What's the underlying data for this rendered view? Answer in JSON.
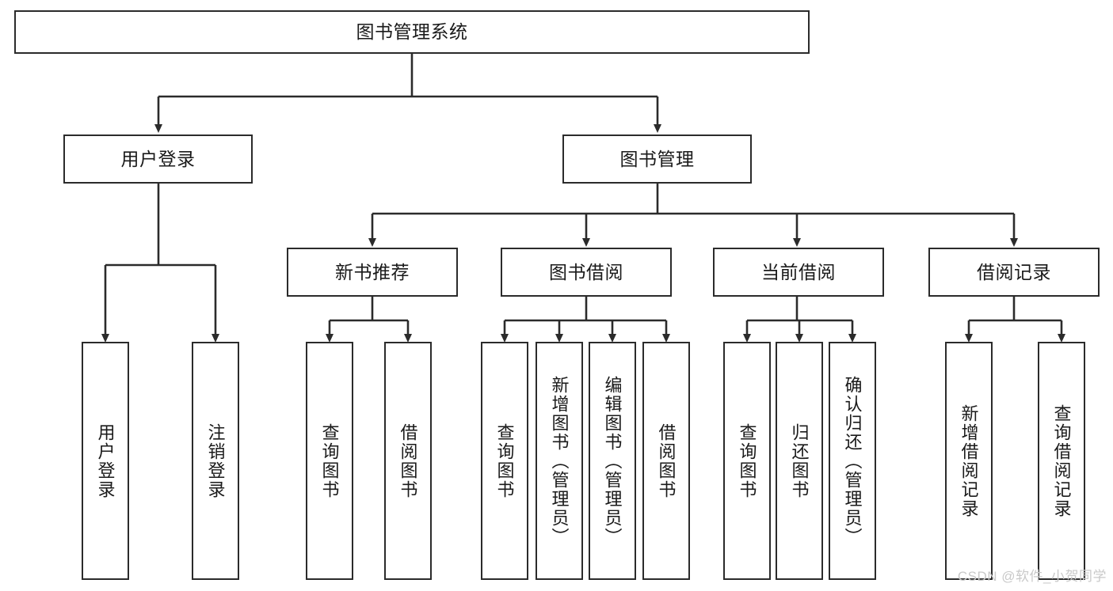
{
  "diagram": {
    "type": "tree",
    "title": "图书管理系统",
    "orientation": "top-down",
    "colors": {
      "stroke": "#2b2b2b",
      "fill": "#ffffff",
      "text": "#1a1a1a",
      "watermark": "#c9c9c9"
    }
  },
  "nodes": {
    "root": {
      "label": "图书管理系统",
      "level": 1
    },
    "l2": [
      {
        "id": "user-login",
        "label": "用户登录",
        "level": 2
      },
      {
        "id": "book-manage",
        "label": "图书管理",
        "level": 2
      }
    ],
    "l3": [
      {
        "id": "new-book-recommend",
        "label": "新书推荐",
        "level": 3,
        "parent": "book-manage"
      },
      {
        "id": "book-borrow",
        "label": "图书借阅",
        "level": 3,
        "parent": "book-manage"
      },
      {
        "id": "current-borrow",
        "label": "当前借阅",
        "level": 3,
        "parent": "book-manage"
      },
      {
        "id": "borrow-record",
        "label": "借阅记录",
        "level": 3,
        "parent": "book-manage"
      }
    ],
    "leaves": [
      {
        "id": "leaf-user-login",
        "label": "用户登录",
        "parent": "user-login"
      },
      {
        "id": "leaf-user-logout",
        "label": "注销登录",
        "parent": "user-login"
      },
      {
        "id": "leaf-query-book-1",
        "label": "查询图书",
        "parent": "new-book-recommend"
      },
      {
        "id": "leaf-borrow-book-1",
        "label": "借阅图书",
        "parent": "new-book-recommend"
      },
      {
        "id": "leaf-query-book-2",
        "label": "查询图书",
        "parent": "book-borrow"
      },
      {
        "id": "leaf-add-book",
        "label": "新增图书（管理员）",
        "parent": "book-borrow"
      },
      {
        "id": "leaf-edit-book",
        "label": "编辑图书（管理员）",
        "parent": "book-borrow"
      },
      {
        "id": "leaf-borrow-book-2",
        "label": "借阅图书",
        "parent": "book-borrow"
      },
      {
        "id": "leaf-query-book-3",
        "label": "查询图书",
        "parent": "current-borrow"
      },
      {
        "id": "leaf-return-book",
        "label": "归还图书",
        "parent": "current-borrow"
      },
      {
        "id": "leaf-confirm-return",
        "label": "确认归还（管理员）",
        "parent": "current-borrow"
      },
      {
        "id": "leaf-add-record",
        "label": "新增借阅记录",
        "parent": "borrow-record"
      },
      {
        "id": "leaf-query-record",
        "label": "查询借阅记录",
        "parent": "borrow-record"
      }
    ]
  },
  "watermark": {
    "text": "CSDN @软件_小贺同学"
  }
}
